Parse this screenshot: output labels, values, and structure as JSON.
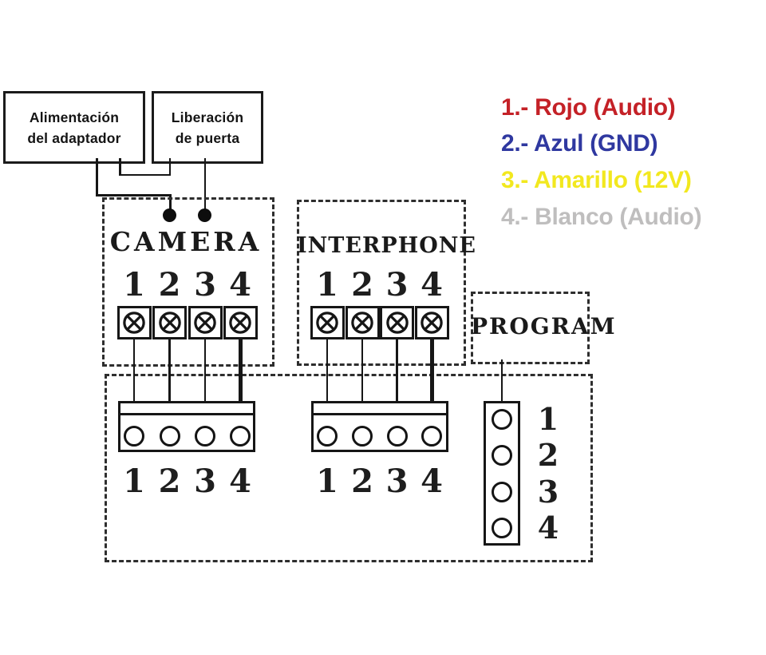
{
  "top_boxes": {
    "adapter": {
      "line1": "Alimentación",
      "line2": "del adaptador"
    },
    "door_release": {
      "line1": "Liberación",
      "line2": "de puerta"
    }
  },
  "legend": {
    "items": [
      {
        "label": "1.- Rojo (Audio)",
        "color": "#c42127"
      },
      {
        "label": "2.- Azul (GND)",
        "color": "#2f38a0"
      },
      {
        "label": "3.- Amarillo (12V)",
        "color": "#f2e81f"
      },
      {
        "label": "4.- Blanco (Audio)",
        "color": "#bfbebe"
      }
    ]
  },
  "camera": {
    "title": "CAMERA",
    "terminals": [
      "1",
      "2",
      "3",
      "4"
    ],
    "plug_terminals": [
      "1",
      "2",
      "3",
      "4"
    ]
  },
  "interphone": {
    "title": "INTERPHONE",
    "terminals": [
      "1",
      "2",
      "3",
      "4"
    ],
    "plug_terminals": [
      "1",
      "2",
      "3",
      "4"
    ]
  },
  "program": {
    "title": "PROGRAM",
    "pins": [
      "1",
      "2",
      "3",
      "4"
    ]
  },
  "line_color": "#161616"
}
